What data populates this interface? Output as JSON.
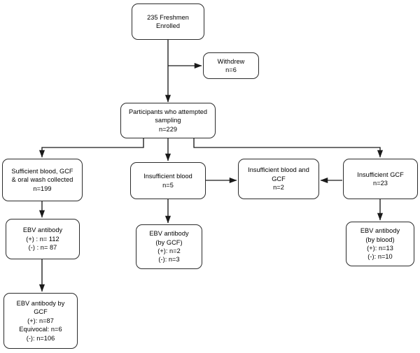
{
  "chart_data": {
    "type": "diagram",
    "title": "Participant flow diagram (CONSORT-style)",
    "nodes": [
      {
        "id": "enrolled",
        "lines": [
          "235 Freshmen",
          "Enrolled"
        ],
        "n": 235
      },
      {
        "id": "withdrew",
        "lines": [
          "Withdrew",
          "n=6"
        ],
        "n": 6
      },
      {
        "id": "attempted",
        "lines": [
          "Participants who attempted",
          "sampling",
          "n=229"
        ],
        "n": 229
      },
      {
        "id": "sufficient",
        "lines": [
          "Sufficient blood, GCF",
          "& oral wash collected",
          "n=199"
        ],
        "n": 199
      },
      {
        "id": "insuf_blood",
        "lines": [
          "Insufficient blood",
          "n=5"
        ],
        "n": 5
      },
      {
        "id": "insuf_both",
        "lines": [
          "Insufficient blood and",
          "GCF",
          "n=2"
        ],
        "n": 2
      },
      {
        "id": "insuf_gcf",
        "lines": [
          "Insufficient GCF",
          "n=23"
        ],
        "n": 23
      },
      {
        "id": "ebv_left",
        "lines": [
          "EBV antibody",
          "(+) : n= 112",
          "(-) : n= 87"
        ],
        "positive": 112,
        "negative": 87
      },
      {
        "id": "ebv_center",
        "lines": [
          "EBV antibody",
          "(by GCF)",
          "(+): n=2",
          "(-): n=3"
        ],
        "positive": 2,
        "negative": 3
      },
      {
        "id": "ebv_right",
        "lines": [
          "EBV antibody",
          "(by blood)",
          "(+): n=13",
          "(-): n=10"
        ],
        "positive": 13,
        "negative": 10
      },
      {
        "id": "ebv_gcf",
        "lines": [
          "EBV antibody by",
          "GCF",
          "(+): n=87",
          "Equivocal: n=6",
          "(-): n=106"
        ],
        "positive": 87,
        "equivocal": 6,
        "negative": 106
      }
    ],
    "edges": [
      {
        "from": "enrolled",
        "to": "withdrew",
        "kind": "branch-right"
      },
      {
        "from": "enrolled",
        "to": "attempted",
        "kind": "down"
      },
      {
        "from": "attempted",
        "to": "sufficient",
        "kind": "down-left"
      },
      {
        "from": "attempted",
        "to": "insuf_blood",
        "kind": "down"
      },
      {
        "from": "attempted",
        "to": "insuf_gcf",
        "kind": "down-right"
      },
      {
        "from": "insuf_blood",
        "to": "insuf_both",
        "kind": "right"
      },
      {
        "from": "insuf_gcf",
        "to": "insuf_both",
        "kind": "left"
      },
      {
        "from": "sufficient",
        "to": "ebv_left",
        "kind": "down"
      },
      {
        "from": "insuf_blood",
        "to": "ebv_center",
        "kind": "down"
      },
      {
        "from": "insuf_gcf",
        "to": "ebv_right",
        "kind": "down"
      },
      {
        "from": "ebv_left",
        "to": "ebv_gcf",
        "kind": "down"
      }
    ],
    "colors": {
      "background": "#ffffff",
      "node_border": "#2b2b2b",
      "node_fill": "#ffffff",
      "text": "#000000",
      "edge": "#1a1a1a"
    }
  },
  "nodes": {
    "enrolled": {
      "line0": "235 Freshmen",
      "line1": "Enrolled"
    },
    "withdrew": {
      "line0": "Withdrew",
      "line1": "n=6"
    },
    "attempted": {
      "line0": "Participants who attempted",
      "line1": "sampling",
      "line2": "n=229"
    },
    "sufficient": {
      "line0": "Sufficient blood, GCF",
      "line1": "& oral wash collected",
      "line2": "n=199"
    },
    "insuf_blood": {
      "line0": "Insufficient blood",
      "line1": "n=5"
    },
    "insuf_both": {
      "line0": "Insufficient blood and",
      "line1": "GCF",
      "line2": "n=2"
    },
    "insuf_gcf": {
      "line0": "Insufficient GCF",
      "line1": "n=23"
    },
    "ebv_left": {
      "line0": "EBV antibody",
      "line1": "(+) : n= 112",
      "line2": "(-) : n= 87"
    },
    "ebv_center": {
      "line0": "EBV antibody",
      "line1": "(by GCF)",
      "line2": "(+): n=2",
      "line3": "(-): n=3"
    },
    "ebv_right": {
      "line0": "EBV antibody",
      "line1": "(by blood)",
      "line2": "(+): n=13",
      "line3": "(-): n=10"
    },
    "ebv_gcf": {
      "line0": "EBV antibody by",
      "line1": "GCF",
      "line2": "(+): n=87",
      "line3": "Equivocal: n=6",
      "line4": "(-): n=106"
    }
  }
}
